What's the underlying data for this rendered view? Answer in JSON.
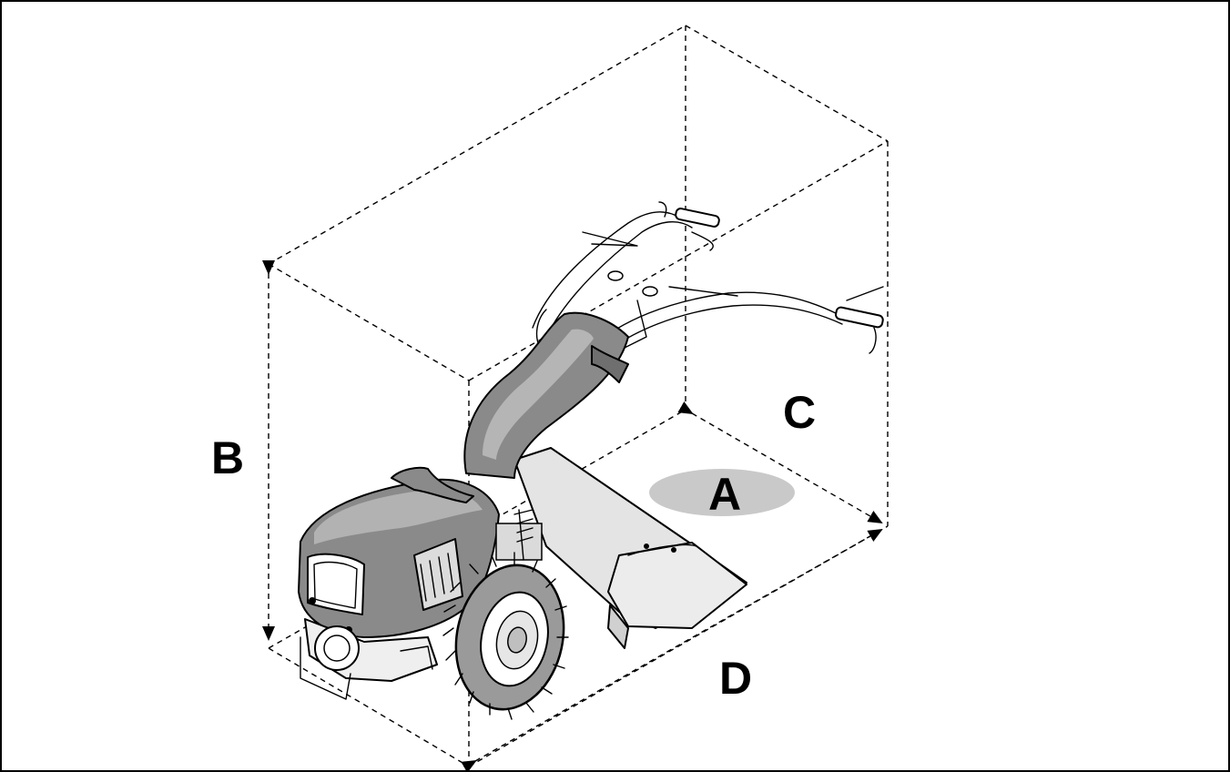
{
  "dimension_labels": {
    "a": "A",
    "b": "B",
    "c": "C",
    "d": "D"
  },
  "colors": {
    "body_gray": "#8a8a8a",
    "light_gray": "#c9c9c9",
    "pale_gray": "#e4e4e4",
    "tire_gray": "#9a9a9a",
    "line": "#000000"
  }
}
